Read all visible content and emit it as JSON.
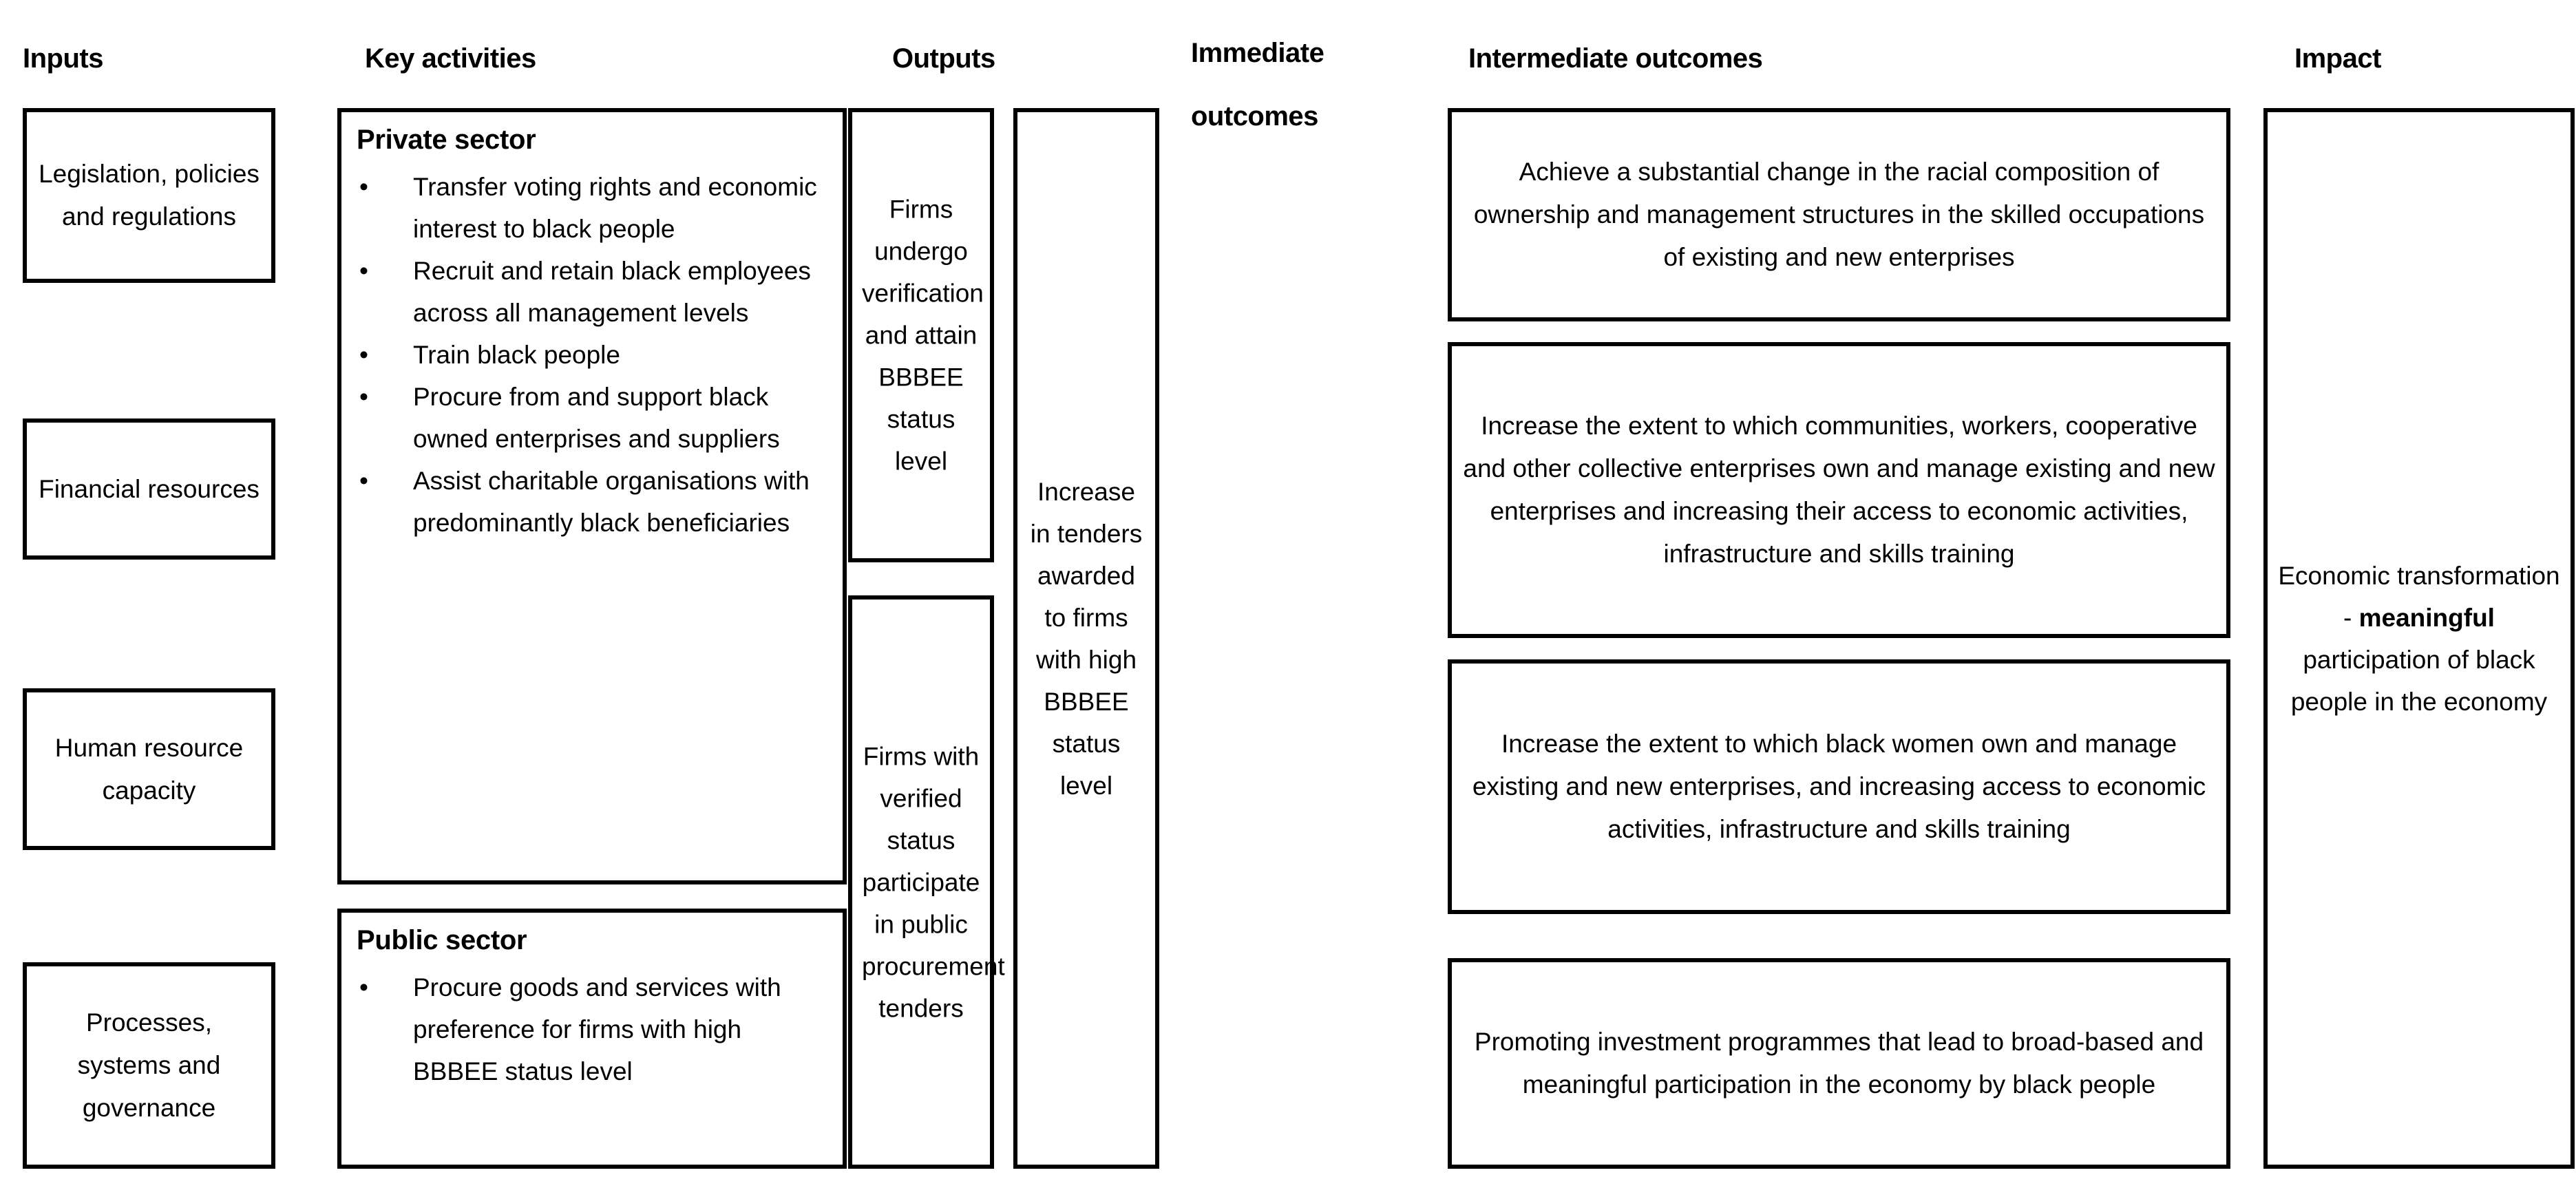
{
  "diagram": {
    "title": "BBBEE logic model",
    "columns": [
      {
        "id": "inputs",
        "header": "Inputs"
      },
      {
        "id": "key_activities",
        "header": "Key activities"
      },
      {
        "id": "outputs",
        "header": "Outputs"
      },
      {
        "id": "immediate_outcomes",
        "header": "Immediate\noutcomes"
      },
      {
        "id": "intermediate_outcomes",
        "header": "Intermediate outcomes"
      },
      {
        "id": "impact",
        "header": "Impact"
      }
    ]
  },
  "inputs": {
    "header": "Inputs",
    "boxes": [
      {
        "text": "Legislation, policies and regulations"
      },
      {
        "text": "Financial resources"
      },
      {
        "text": "Human resource capacity"
      },
      {
        "text": "Processes, systems and governance"
      }
    ]
  },
  "key_activities": {
    "header": "Key activities",
    "private": {
      "heading": "Private sector",
      "bullet_glyph": "•",
      "items": [
        "Transfer voting rights and economic interest to black people",
        "Recruit and retain black employees across all management levels",
        "Train black people",
        "Procure from and support black owned enterprises and suppliers",
        "Assist charitable organisations with predominantly black beneficiaries"
      ]
    },
    "public": {
      "heading": "Public sector",
      "bullet_glyph": "•",
      "items": [
        "Procure goods and services with preference for firms with high BBBEE status level"
      ]
    }
  },
  "outputs": {
    "header": "Outputs",
    "boxes": [
      {
        "text": "Firms undergo verification and attain BBBEE status level"
      },
      {
        "text": "Firms with verified status participate in public procurement tenders"
      }
    ]
  },
  "immediate_outcomes": {
    "header_line1": "Immediate",
    "header_line2": "outcomes",
    "boxes": [
      {
        "text": "Increase in tenders awarded to firms with high BBBEE status level"
      }
    ]
  },
  "intermediate_outcomes": {
    "header": "Intermediate outcomes",
    "boxes": [
      {
        "text": "Achieve a substantial change in the racial composition of ownership and management structures in the skilled occupations of existing and new enterprises"
      },
      {
        "text": "Increase the extent to which communities, workers, cooperative and other collective enterprises own and manage existing and new enterprises and increasing their access to economic activities, infrastructure and skills training"
      },
      {
        "text": "Increase the extent to which black women own and manage existing and new enterprises, and increasing access to economic activities, infrastructure and skills training"
      },
      {
        "text": "Promoting investment programmes  that lead to broad-based and meaningful participation in the economy by black people"
      }
    ]
  },
  "impact": {
    "header": "Impact",
    "box": {
      "text_before": "Economic transformation - ",
      "text_emphasis": "meaningful",
      "text_after": " participation of black people in the economy"
    }
  },
  "style": {
    "border_color": "#000000",
    "text_color": "#000000",
    "background": "#ffffff"
  }
}
